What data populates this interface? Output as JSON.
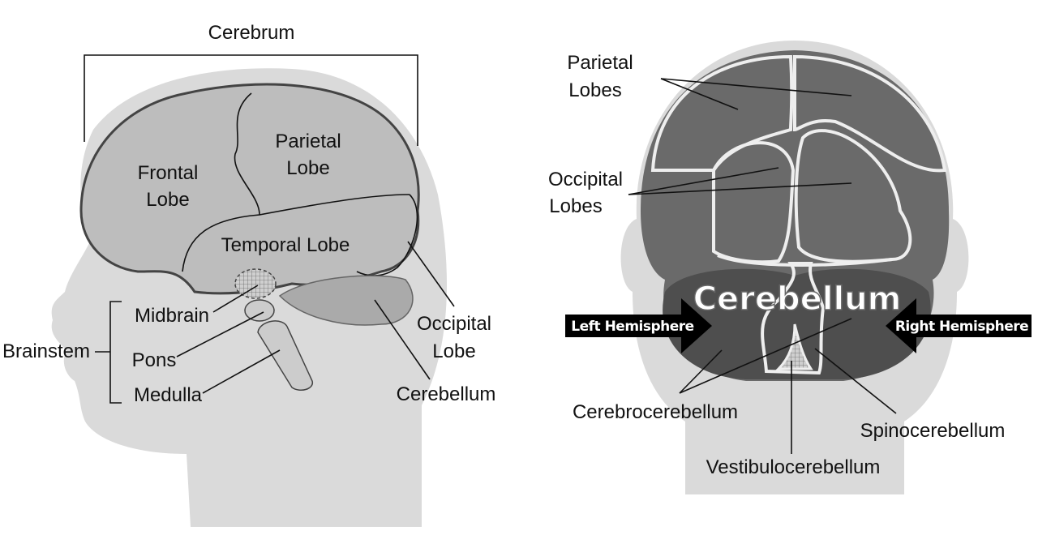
{
  "left_diagram": {
    "cerebrum": "Cerebrum",
    "frontal_lobe": [
      "Frontal",
      "Lobe"
    ],
    "parietal_lobe": [
      "Parietal",
      "Lobe"
    ],
    "temporal_lobe": "Temporal Lobe",
    "occipital_lobe": [
      "Occipital",
      "Lobe"
    ],
    "cerebellum": "Cerebellum",
    "brainstem": "Brainstem",
    "midbrain": "Midbrain",
    "pons": "Pons",
    "medulla": "Medulla"
  },
  "right_diagram": {
    "parietal_lobes": [
      "Parietal",
      "Lobes"
    ],
    "occipital_lobes": [
      "Occipital",
      "Lobes"
    ],
    "cerebellum": "Cerebellum",
    "left_hemisphere": "Left Hemisphere",
    "right_hemisphere": "Right Hemisphere",
    "cerebrocerebellum": "Cerebrocerebellum",
    "spinocerebellum": "Spinocerebellum",
    "vestibulocerebellum": "Vestibulocerebellum"
  }
}
